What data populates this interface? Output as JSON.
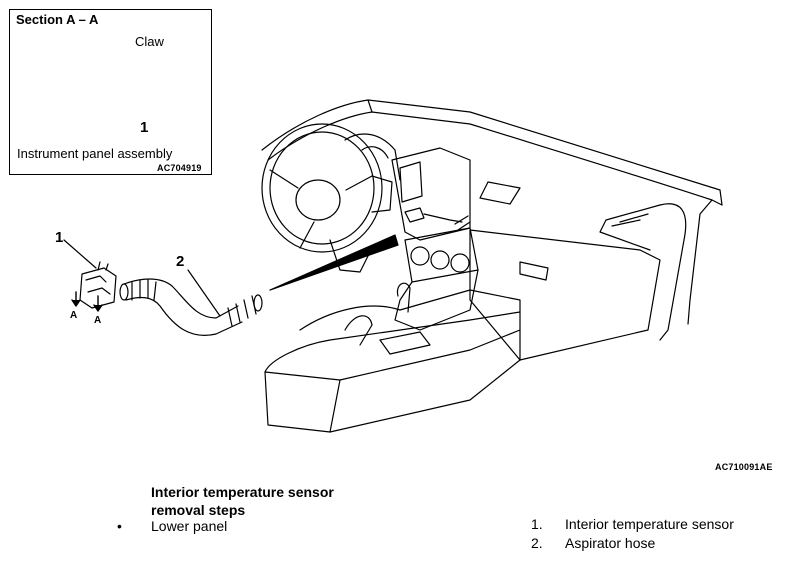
{
  "inset": {
    "title": "Section A – A",
    "claw_label": "Claw",
    "callout_number": "1",
    "panel_label": "Instrument panel assembly",
    "figure_code": "AC704919"
  },
  "main_figure": {
    "callout_1": "1",
    "callout_2": "2",
    "section_arrow_a_left": "A",
    "section_arrow_a_right": "A",
    "figure_code": "AC710091AE"
  },
  "steps": {
    "title_line1": "Interior temperature sensor",
    "title_line2": "removal steps",
    "bullet": "•",
    "item": "Lower panel"
  },
  "parts_list": [
    {
      "num": "1.",
      "label": "Interior temperature sensor"
    },
    {
      "num": "2.",
      "label": "Aspirator hose"
    }
  ]
}
